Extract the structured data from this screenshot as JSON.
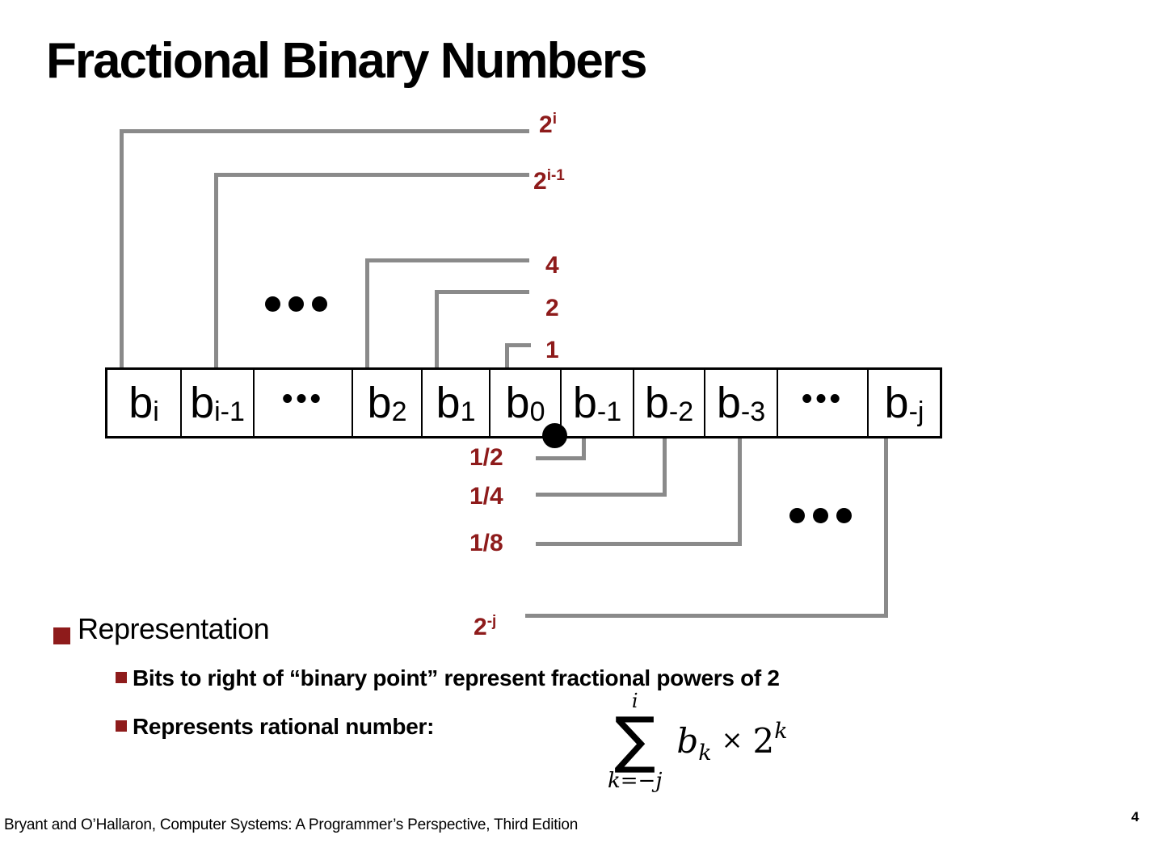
{
  "slide": {
    "title": "Fractional Binary Numbers",
    "footer": {
      "citation": "Bryant and O’Hallaron, Computer Systems: A Programmer’s Perspective, Third Edition",
      "page": "4"
    }
  },
  "colors": {
    "accent_red": "#8E1B1B",
    "line_gray": "#8A8A8A",
    "text_black": "#000000"
  },
  "diagram": {
    "cells": [
      {
        "base": "b",
        "sub": "i"
      },
      {
        "base": "b",
        "sub": "i-1"
      },
      {
        "base": "•••",
        "sub": ""
      },
      {
        "base": "b",
        "sub": "2"
      },
      {
        "base": "b",
        "sub": "1"
      },
      {
        "base": "b",
        "sub": "0"
      },
      {
        "base": "b",
        "sub": "-1"
      },
      {
        "base": "b",
        "sub": "-2"
      },
      {
        "base": "b",
        "sub": "-3"
      },
      {
        "base": "•••",
        "sub": ""
      },
      {
        "base": "b",
        "sub": "-j"
      }
    ],
    "top_labels": [
      {
        "base": "2",
        "sup": "i"
      },
      {
        "base": "2",
        "sup": "i-1"
      },
      {
        "base": "4",
        "sup": ""
      },
      {
        "base": "2",
        "sup": ""
      },
      {
        "base": "1",
        "sup": ""
      }
    ],
    "bottom_labels": [
      "1/2",
      "1/4",
      "1/8"
    ],
    "bottom_power_label": {
      "base": "2",
      "sup": "-j"
    }
  },
  "bullets": {
    "heading": "Representation",
    "item1": "Bits to right of “binary point” represent fractional powers of 2",
    "item2": "Represents rational number:"
  },
  "formula": {
    "upper_limit": "i",
    "sigma": "∑",
    "lower_limit": "k=−j",
    "operand_base": "b",
    "operand_sub": "k",
    "times": "×",
    "power_base": "2",
    "power_exp": "k"
  }
}
